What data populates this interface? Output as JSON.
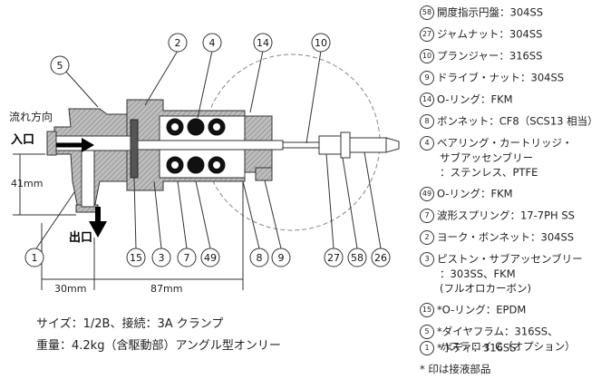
{
  "labels": {
    "flow_direction": "流れ方向",
    "inlet": "入口",
    "outlet": "出口",
    "dim_41": "41mm",
    "dim_30": "30mm",
    "dim_87": "87mm"
  },
  "callouts": [
    "5",
    "2",
    "4",
    "14",
    "10",
    "1",
    "15",
    "3",
    "7",
    "49",
    "8",
    "9",
    "27",
    "58",
    "26"
  ],
  "specs": {
    "line1": "サイズ：1/2B、接続：3A クランプ",
    "line2": "重量：4.2kg（含駆動部）アングル型オンリー"
  },
  "legend": [
    {
      "num": "58",
      "text": "開度指示円盤：304SS"
    },
    {
      "num": "27",
      "text": "ジャムナット：304SS"
    },
    {
      "num": "10",
      "text": "プランジャー：316SS"
    },
    {
      "num": "9",
      "text": "ドライブ・ナット：304SS"
    },
    {
      "num": "14",
      "text": "O-リング：FKM"
    },
    {
      "num": "8",
      "text": "ボンネット：CF8（SCS13 相当）"
    },
    {
      "num": "4",
      "text": "ベアリング・カートリッジ・"
    },
    {
      "num": "49",
      "text": "O-リング：FKM"
    },
    {
      "num": "7",
      "text": "波形スプリング：17-7PH SS"
    },
    {
      "num": "2",
      "text": "ヨーク・ボンネット：304SS"
    },
    {
      "num": "3",
      "text": "ピストン・サブアッセンブリー"
    },
    {
      "num": "15",
      "text": "*O-リング：EPDM"
    },
    {
      "num": "5",
      "text": "*ダイヤフラム：316SS、"
    },
    {
      "num": "1",
      "text": "*ボディ：316SS"
    }
  ],
  "legend_sub": {
    "l4a": "サブアッセンブリー",
    "l4b": "：ステンレス、PTFE",
    "l3a": "：303SS、FKM",
    "l3b": "(フルオロカーボン)",
    "l5a": "ハステロイ C（オプション）"
  },
  "footnote": "* 印は接液部品"
}
